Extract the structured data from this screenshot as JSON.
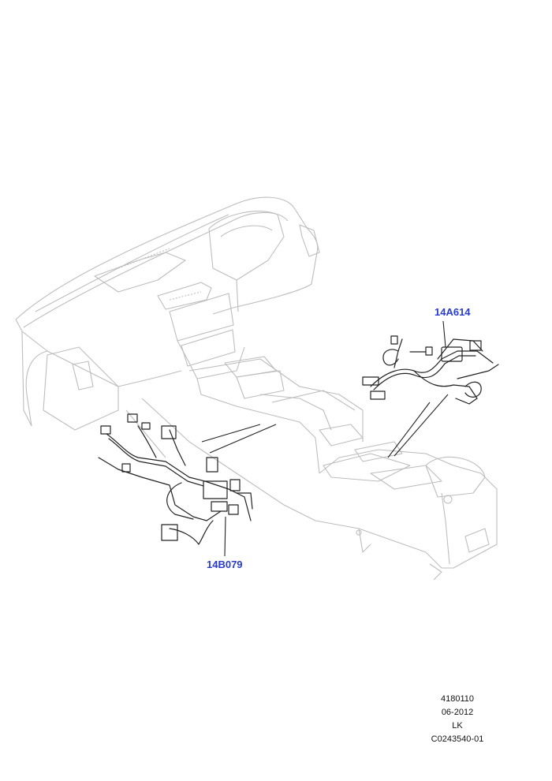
{
  "callouts": {
    "part_a": "14A614",
    "part_b": "14B079"
  },
  "footer": {
    "illustration_number": "4180110",
    "date": "06-2012",
    "market": "LK",
    "image_code": "C0243540-01"
  },
  "colors": {
    "line_light": "#b8b8b8",
    "line_dark": "#222222",
    "callout": "#2a3bd0"
  }
}
